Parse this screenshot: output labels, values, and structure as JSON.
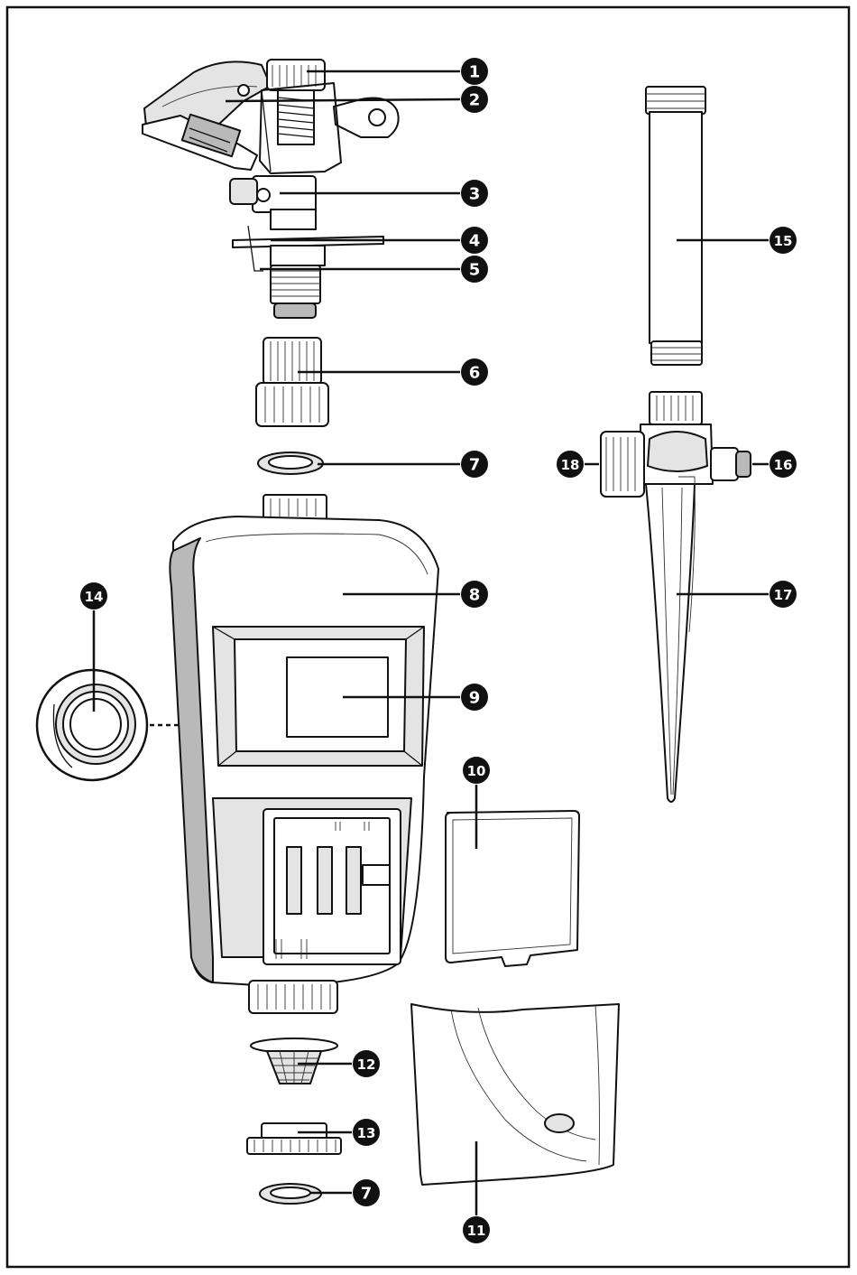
{
  "diagram": {
    "title": "",
    "callouts": [
      {
        "id": "c1",
        "label": "1"
      },
      {
        "id": "c2",
        "label": "2"
      },
      {
        "id": "c3",
        "label": "3"
      },
      {
        "id": "c4",
        "label": "4"
      },
      {
        "id": "c5",
        "label": "5"
      },
      {
        "id": "c6",
        "label": "6"
      },
      {
        "id": "c7a",
        "label": "7"
      },
      {
        "id": "c8",
        "label": "8"
      },
      {
        "id": "c9",
        "label": "9"
      },
      {
        "id": "c10",
        "label": "10"
      },
      {
        "id": "c11",
        "label": "11"
      },
      {
        "id": "c12",
        "label": "12"
      },
      {
        "id": "c13",
        "label": "13"
      },
      {
        "id": "c7b",
        "label": "7"
      },
      {
        "id": "c14",
        "label": "14"
      },
      {
        "id": "c15",
        "label": "15"
      },
      {
        "id": "c16",
        "label": "16"
      },
      {
        "id": "c17",
        "label": "17"
      },
      {
        "id": "c18",
        "label": "18"
      }
    ],
    "colors": {
      "ink": "#111111",
      "paper": "#ffffff",
      "shade": "#e4e4e4",
      "dark_shade": "#b9b9b9"
    }
  }
}
